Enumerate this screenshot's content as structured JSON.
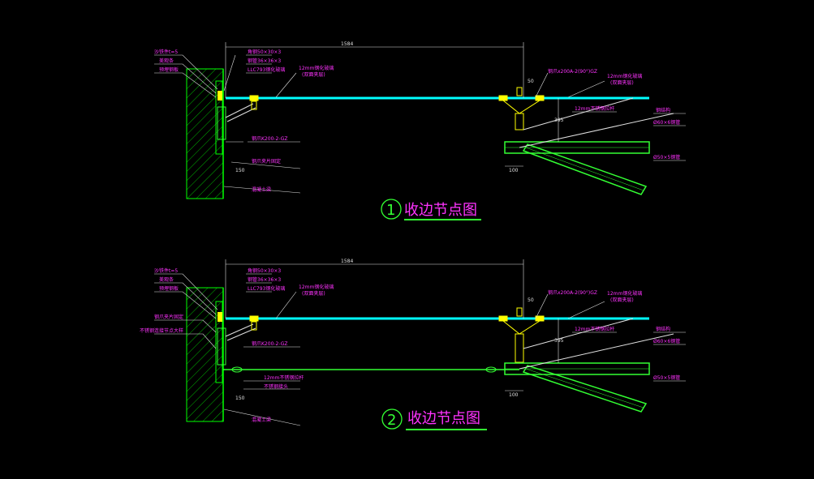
{
  "colors": {
    "background": "#000000",
    "glass": "#00ffff",
    "steel": "#33ff33",
    "text": "#ff33ff",
    "dim": "#e0e0e0",
    "wall": "#00ff00",
    "hatch": "#00cc00"
  },
  "details": [
    {
      "number": "1",
      "title": "收边节点图",
      "span_dim": "1584",
      "left_labels": [
        "沙铁件t=5",
        "美观条",
        "预埋钢板"
      ],
      "top_labels": [
        "角钢50×30×3",
        "钢管36×36×3",
        "LLC793钢化玻璃"
      ],
      "glass_label": "12mm钢化玻璃",
      "glass_sub": "(双面夹层)",
      "bolt_label": "钢爪K200-2-GZ",
      "anchor_label": "钢爪夹片固定",
      "wall_label": "混凝土梁",
      "dim_150": "150",
      "mid_label": "钢爪x200A-2(90°)GZ",
      "glass_label_r": "12mm钢化玻璃",
      "glass_sub_r": "(双面夹层)",
      "rod_label": "12mm不锈钢拉杆",
      "dim_v": "395",
      "dim_50": "50",
      "dim_100": "100",
      "pipe1_label": "钢结构",
      "pipe2_label": "Ø60×6钢管",
      "pipe3_label": "Ø50×5钢管"
    },
    {
      "number": "2",
      "title": "收边节点图",
      "span_dim": "1584",
      "left_labels": [
        "沙铁件t=5",
        "美观条",
        "预埋钢板"
      ],
      "top_labels": [
        "角钢50×30×3",
        "钢管36×36×3",
        "LLC793钢化玻璃"
      ],
      "glass_label": "12mm钢化玻璃",
      "glass_sub": "(双面夹层)",
      "bolt_label": "钢爪K200-2-GZ",
      "extra_left": [
        "钢爪夹片固定",
        "不锈钢连接节点大样"
      ],
      "rod_label_low": "12mm不锈钢拉杆",
      "rod_sub_low": "不锈钢接头",
      "wall_label": "混凝土梁",
      "dim_150": "150",
      "mid_label": "钢爪x200A-2(90°)GZ",
      "glass_label_r": "12mm钢化玻璃",
      "glass_sub_r": "(双面夹层)",
      "rod_label": "12mm不锈钢拉杆",
      "dim_v": "395",
      "dim_50": "50",
      "dim_100": "100",
      "pipe1_label": "钢结构",
      "pipe2_label": "Ø60×6钢管",
      "pipe3_label": "Ø50×5钢管"
    }
  ]
}
